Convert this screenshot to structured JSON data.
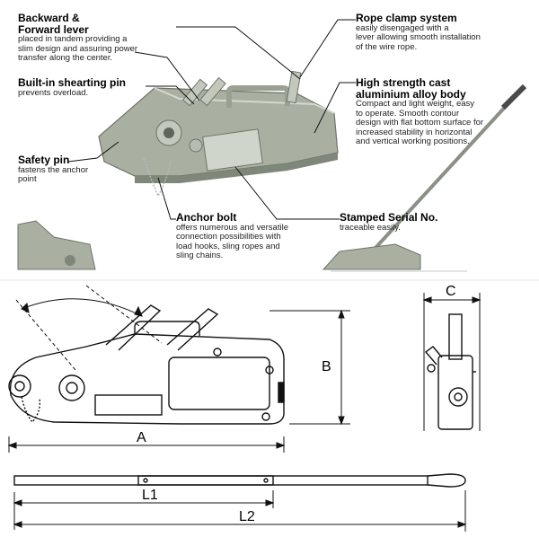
{
  "annotations": {
    "backward_lever": {
      "title": "Backward &\nForward lever",
      "desc": "placed in tandem providing a\nslim design and assuring power\ntransfer along the center."
    },
    "shearing_pin": {
      "title": "Built-in shearting pin",
      "desc": "prevents overload."
    },
    "safety_pin": {
      "title": "Safety pin",
      "desc": "fastens the anchor\npoint"
    },
    "anchor_bolt": {
      "title": "Anchor bolt",
      "desc": "offers numerous and versatile\nconnection possibilities with\nload hooks, sling ropes and\nsling chains."
    },
    "rope_clamp": {
      "title": "Rope clamp system",
      "desc": "easily disengaged with a\nlever allowing smooth installation\nof the wire rope."
    },
    "alloy_body": {
      "title": "High strength cast\naluminium alloy body",
      "desc": "Compact and light weight, easy\nto operate. Smooth contour\ndesign with flat bottom surface for\nincreased stability in horizontal\nand vertical working positions."
    },
    "serial_no": {
      "title": "Stamped Serial No.",
      "desc": "traceable easily."
    }
  },
  "dimensions": {
    "a": "A",
    "b": "B",
    "c": "C",
    "l1": "L1",
    "l2": "L2"
  },
  "colors": {
    "body": "#a9b0a2",
    "body_dark": "#7f877a",
    "plate": "#cfd5cb",
    "line": "#111111"
  }
}
